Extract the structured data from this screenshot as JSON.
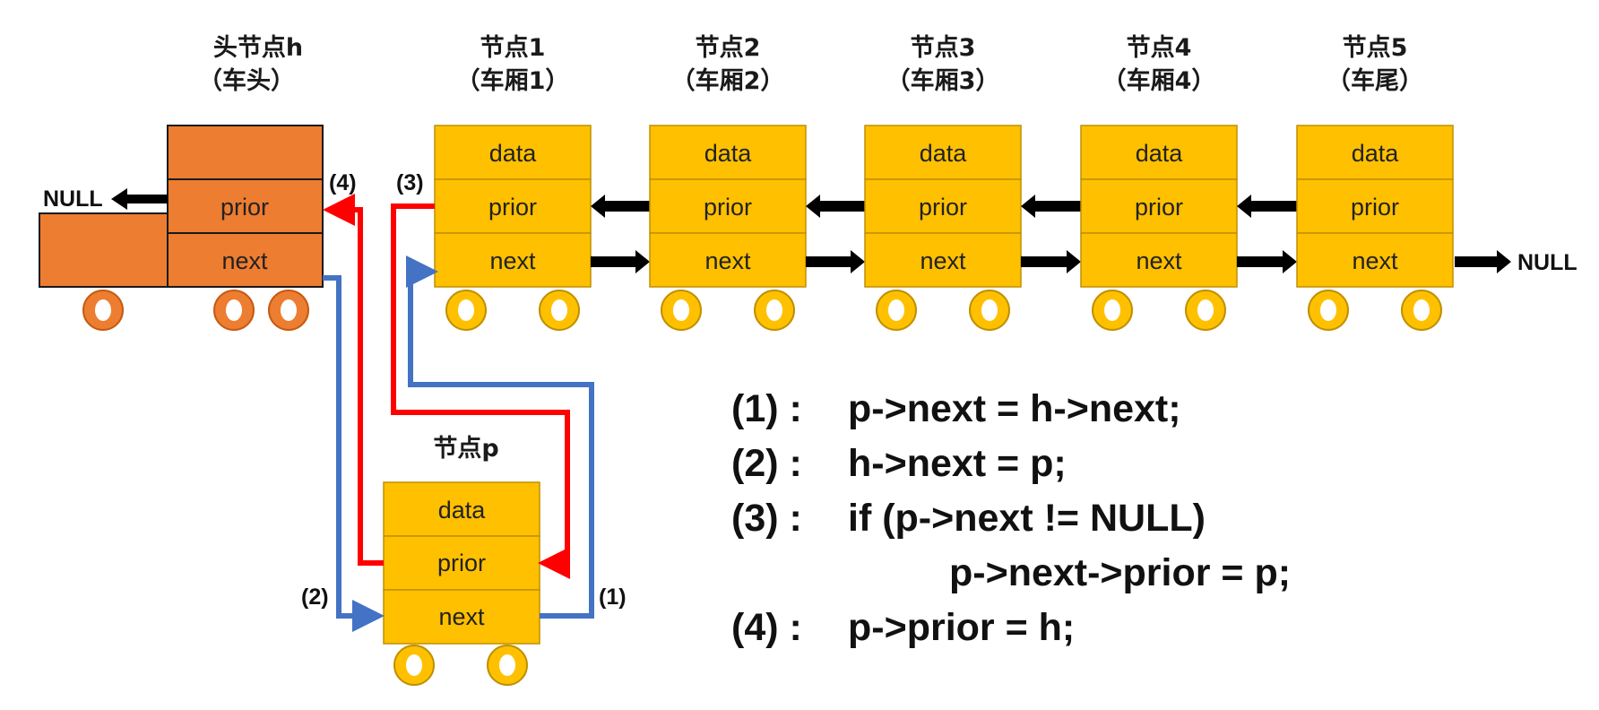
{
  "colors": {
    "node_fill": "#FFC000",
    "node_stroke": "#BF9000",
    "head_fill": "#ED7D31",
    "head_stroke": "#1a1a1a",
    "red_arrow": "#FF0000",
    "blue_arrow": "#4472C4",
    "black_arrow": "#000000"
  },
  "head": {
    "title": "头节点h",
    "subtitle": "（车头）",
    "fields": {
      "prior": "prior",
      "next": "next"
    },
    "null_label": "NULL"
  },
  "nodes": [
    {
      "title": "节点1",
      "subtitle": "（车厢1）",
      "fields": [
        "data",
        "prior",
        "next"
      ]
    },
    {
      "title": "节点2",
      "subtitle": "（车厢2）",
      "fields": [
        "data",
        "prior",
        "next"
      ]
    },
    {
      "title": "节点3",
      "subtitle": "（车厢3）",
      "fields": [
        "data",
        "prior",
        "next"
      ]
    },
    {
      "title": "节点4",
      "subtitle": "（车厢4）",
      "fields": [
        "data",
        "prior",
        "next"
      ]
    },
    {
      "title": "节点5",
      "subtitle": "（车尾）",
      "fields": [
        "data",
        "prior",
        "next"
      ]
    }
  ],
  "tail_null_label": "NULL",
  "p_node": {
    "title": "节点p",
    "fields": [
      "data",
      "prior",
      "next"
    ]
  },
  "step_tags": {
    "s1": "(1)",
    "s2": "(2)",
    "s3": "(3)",
    "s4": "(4)"
  },
  "code": [
    {
      "label": "(1) :",
      "text": "p->next = h->next;"
    },
    {
      "label": "(2) :",
      "text": "h->next = p;"
    },
    {
      "label": "(3) :",
      "text": "if (p->next != NULL)"
    },
    {
      "label": "",
      "text": "p->next->prior = p;"
    },
    {
      "label": "(4) :",
      "text": "p->prior = h;"
    }
  ]
}
